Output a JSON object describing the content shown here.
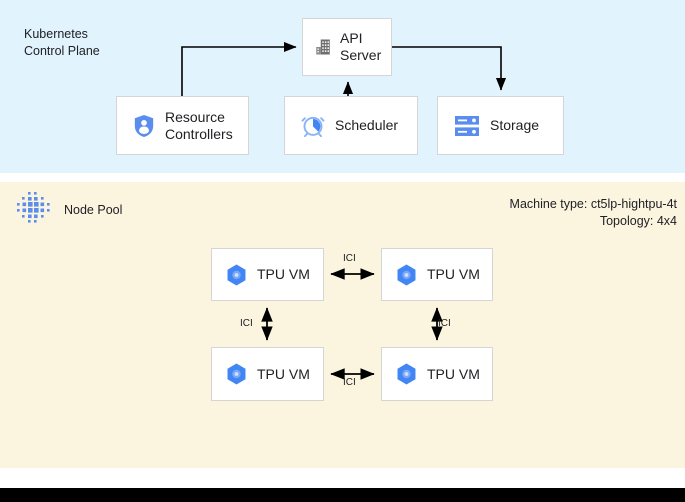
{
  "sections": {
    "control_plane": {
      "title": "Kubernetes\nControl Plane",
      "background": "#e1f3fd"
    },
    "node_pool": {
      "label": "Node Pool",
      "background": "#fbf5e0",
      "machine_type": "Machine type: ct5lp-hightpu-4t",
      "topology": "Topology: 4x4"
    }
  },
  "control_plane_nodes": [
    {
      "id": "api-server",
      "label": "API\nServer",
      "icon": "building-icon"
    },
    {
      "id": "resource-controllers",
      "label": "Resource\nControllers",
      "icon": "shield-person-icon"
    },
    {
      "id": "scheduler",
      "label": "Scheduler",
      "icon": "alarm-clock-icon"
    },
    {
      "id": "storage",
      "label": "Storage",
      "icon": "server-rack-icon"
    }
  ],
  "tpu_nodes": [
    {
      "id": "tpu-vm-1",
      "label": "TPU VM",
      "icon": "compute-hexagon-icon"
    },
    {
      "id": "tpu-vm-2",
      "label": "TPU VM",
      "icon": "compute-hexagon-icon"
    },
    {
      "id": "tpu-vm-3",
      "label": "TPU VM",
      "icon": "compute-hexagon-icon"
    },
    {
      "id": "tpu-vm-4",
      "label": "TPU VM",
      "icon": "compute-hexagon-icon"
    }
  ],
  "connections": [
    {
      "id": "rc-to-api",
      "from": "resource-controllers",
      "to": "api-server",
      "label": "",
      "arrow": "single"
    },
    {
      "id": "scheduler-to-api",
      "from": "scheduler",
      "to": "api-server",
      "label": "",
      "arrow": "single"
    },
    {
      "id": "api-to-storage",
      "from": "api-server",
      "to": "storage",
      "label": "",
      "arrow": "single"
    },
    {
      "id": "ici-top",
      "from": "tpu-vm-1",
      "to": "tpu-vm-2",
      "label": "ICI",
      "arrow": "double"
    },
    {
      "id": "ici-left",
      "from": "tpu-vm-1",
      "to": "tpu-vm-3",
      "label": "ICI",
      "arrow": "double"
    },
    {
      "id": "ici-right",
      "from": "tpu-vm-2",
      "to": "tpu-vm-4",
      "label": "ICI",
      "arrow": "double"
    },
    {
      "id": "ici-bottom",
      "from": "tpu-vm-3",
      "to": "tpu-vm-4",
      "label": "ICI",
      "arrow": "double"
    }
  ],
  "colors": {
    "control_plane_bg": "#e1f3fd",
    "node_pool_bg": "#fbf5e0",
    "accent_blue": "#5b8def",
    "google_blue": "#4285f4",
    "icon_gray": "#6e6e6e",
    "box_border": "#d5d5d5",
    "text": "#202124",
    "bottom_bar": "#000000"
  }
}
